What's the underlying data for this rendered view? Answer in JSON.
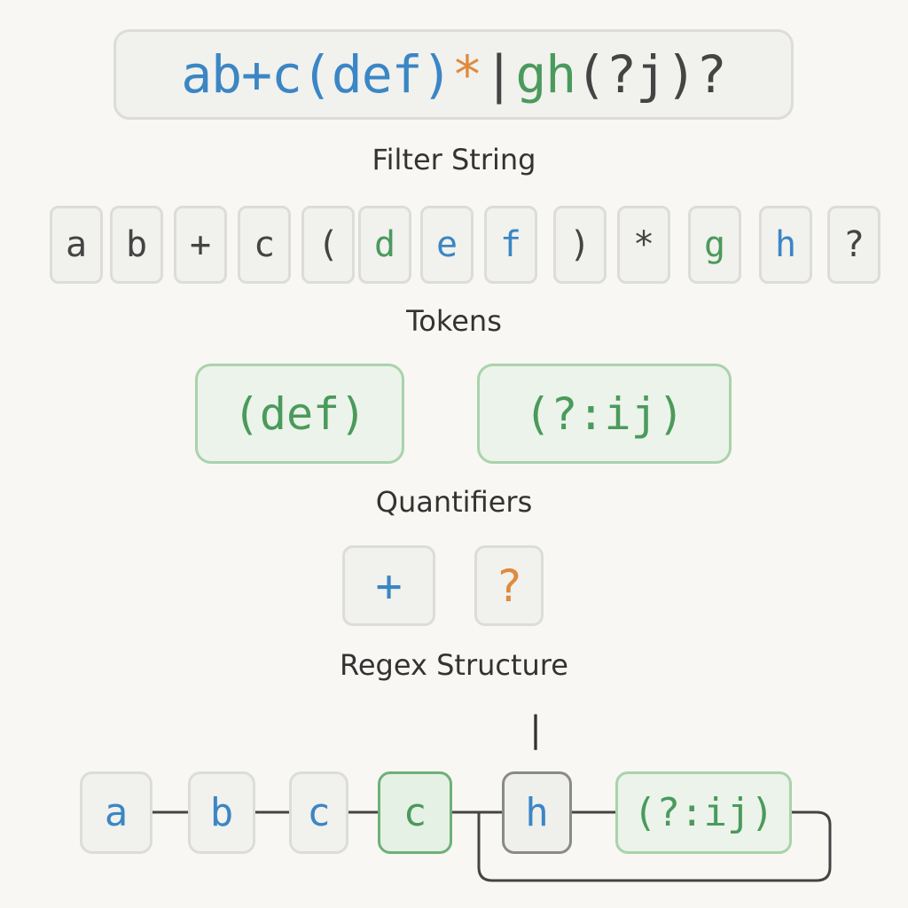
{
  "filter": {
    "segments": [
      {
        "text": "ab+c(def)",
        "color": "#3b86c4"
      },
      {
        "text": "*",
        "color": "#e08a3c"
      },
      {
        "text": "|",
        "color": "#444444"
      },
      {
        "text": "gh",
        "color": "#4a9a5c"
      },
      {
        "text": "(?j)?",
        "color": "#444444"
      }
    ]
  },
  "titles": {
    "filter": "Filter String",
    "tokens": "Tokens",
    "quantifiers": "Quantifiers",
    "structure": "Regex Structure"
  },
  "tokens": [
    "a",
    "b",
    "+",
    "c",
    "(",
    "d",
    "e",
    "f",
    ")",
    "*",
    "g",
    "h",
    "?"
  ],
  "token_colors": [
    "#444444",
    "#444444",
    "#444444",
    "#444444",
    "#444444",
    "#4a9a5c",
    "#3b86c4",
    "#3b86c4",
    "#444444",
    "#444444",
    "#4a9a5c",
    "#3b86c4",
    "#444444"
  ],
  "groups": [
    "(def)",
    "(?:ij)"
  ],
  "quantifiers": [
    {
      "text": "+",
      "color": "#3b86c4"
    },
    {
      "text": "?",
      "color": "#e08a3c"
    }
  ],
  "structure": {
    "alternation_mark": "|",
    "nodes": [
      "a",
      "b",
      "c",
      "c",
      "h",
      "(?:ij)"
    ]
  },
  "colors": {
    "background": "#f8f7f3",
    "blue": "#3b86c4",
    "green": "#4a9a5c",
    "orange": "#e08a3c",
    "green_border": "#a9d3ac",
    "gray_border": "#dcdcd8",
    "dark_border": "#8a8a8a"
  }
}
